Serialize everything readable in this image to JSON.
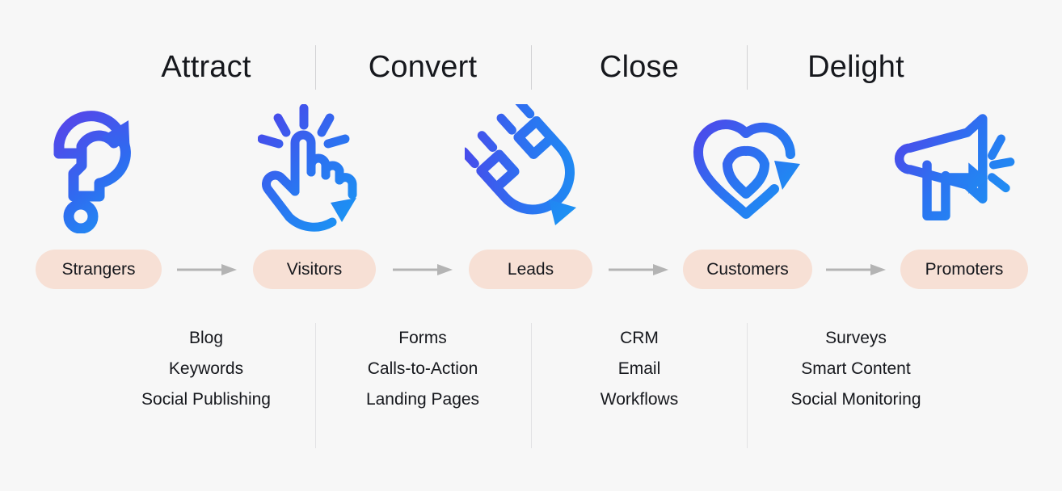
{
  "background_color": "#f7f7f7",
  "text_color": "#16181d",
  "pill_color": "#f7e0d5",
  "arrow_color": "#b4b4b4",
  "divider_color": "#d2d2d4",
  "icon_gradient": {
    "from": "#5b3fe8",
    "to": "#13a3f5"
  },
  "phases": [
    {
      "label": "Attract"
    },
    {
      "label": "Convert"
    },
    {
      "label": "Close"
    },
    {
      "label": "Delight"
    }
  ],
  "icons": [
    {
      "name": "question-mark-icon",
      "stage": "Strangers"
    },
    {
      "name": "pointing-hand-click-icon",
      "stage": "Visitors"
    },
    {
      "name": "magnet-icon",
      "stage": "Leads"
    },
    {
      "name": "heart-arrow-icon",
      "stage": "Customers"
    },
    {
      "name": "megaphone-icon",
      "stage": "Promoters"
    }
  ],
  "stages": [
    {
      "label": "Strangers"
    },
    {
      "label": "Visitors"
    },
    {
      "label": "Leads"
    },
    {
      "label": "Customers"
    },
    {
      "label": "Promoters"
    }
  ],
  "arrows": [
    {
      "name": "arrow-strangers-to-visitors"
    },
    {
      "name": "arrow-visitors-to-leads"
    },
    {
      "name": "arrow-leads-to-customers"
    },
    {
      "name": "arrow-customers-to-promoters"
    }
  ],
  "tactics": [
    {
      "phase": "Attract",
      "items": [
        "Blog",
        "Keywords",
        "Social Publishing"
      ]
    },
    {
      "phase": "Convert",
      "items": [
        "Forms",
        "Calls-to-Action",
        "Landing Pages"
      ]
    },
    {
      "phase": "Close",
      "items": [
        "CRM",
        "Email",
        "Workflows"
      ]
    },
    {
      "phase": "Delight",
      "items": [
        "Surveys",
        "Smart Content",
        "Social Monitoring"
      ]
    }
  ]
}
